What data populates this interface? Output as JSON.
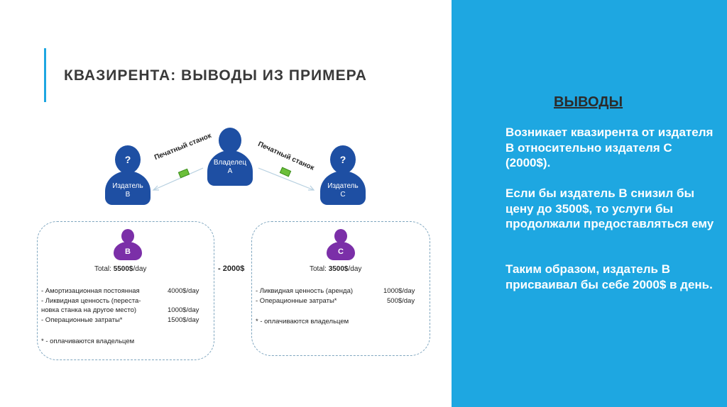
{
  "slide": {
    "title": "КВАЗИРЕНТА: ВЫВОДЫ ИЗ ПРИМЕРА"
  },
  "panel": {
    "heading": "ВЫВОДЫ",
    "paragraphs": [
      "Возникает квазирента от издателя В относительно издателя С (2000$).",
      "Если бы издатель В снизил бы цену до 3500$, то услуги бы продолжали предоставляться ему",
      "Таким образом, издатель В присваивал бы себе 2000$ в день."
    ]
  },
  "diagram": {
    "owner": {
      "label_line1": "Владелец",
      "label_line2": "А"
    },
    "publisher_b": {
      "qmark": "?",
      "label_line1": "Издатель",
      "label_line2": "В"
    },
    "publisher_c": {
      "qmark": "?",
      "label_line1": "Издатель",
      "label_line2": "С"
    },
    "arrow_left_label": "Печатный станок",
    "arrow_right_label": "Печатный станок",
    "difference": "- 2000$",
    "box_b": {
      "icon_letter": "B",
      "total_prefix": "Total: ",
      "total_value": "5500$",
      "total_suffix": "/day",
      "items": [
        {
          "name": "-   Амортизационная постоянная",
          "value": "4000$/day"
        },
        {
          "name": "-   Ликвидная ценность (переста-",
          "value": ""
        },
        {
          "name": "     новка станка на другое место)",
          "value": "1000$/day"
        },
        {
          "name": "-   Операционные затраты*",
          "value": "1500$/day"
        }
      ],
      "footnote": "* - оплачиваются владельцем"
    },
    "box_c": {
      "icon_letter": "C",
      "total_prefix": "Total: ",
      "total_value": "3500$",
      "total_suffix": "/day",
      "items": [
        {
          "name": "-   Ликвидная ценность (аренда)",
          "value": "1000$/day"
        },
        {
          "name": "-   Операционные затраты*",
          "value": "500$/day"
        }
      ],
      "footnote": "* - оплачиваются владельцем"
    }
  },
  "colors": {
    "accent": "#1ea7e1",
    "owner": "#1e4fa3",
    "publisher": "#7b2fa8"
  }
}
